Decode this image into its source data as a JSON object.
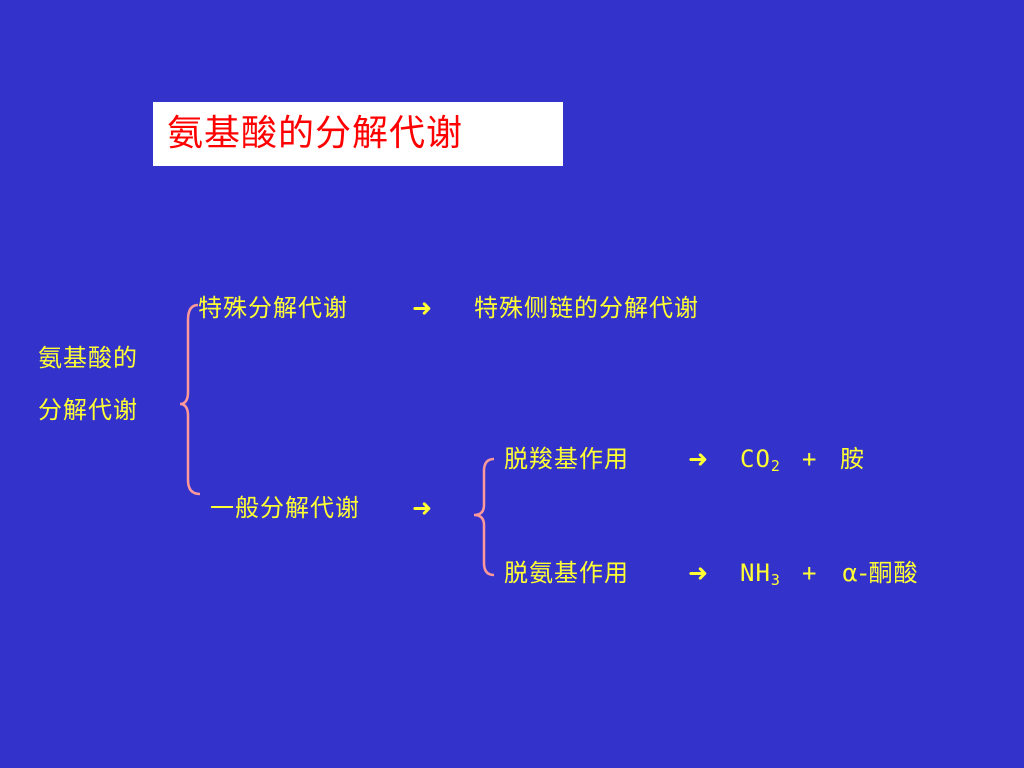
{
  "title": "氨基酸的分解代谢",
  "root": {
    "line1": "氨基酸的",
    "line2": "分解代谢"
  },
  "special": {
    "label": "特殊分解代谢",
    "arrow": "➜",
    "result": "特殊侧链的分解代谢"
  },
  "general": {
    "label": "一般分解代谢",
    "arrow": "➜"
  },
  "decarboxylation": {
    "label": "脱羧基作用",
    "arrow": "➜",
    "product1_base": "CO",
    "product1_sub": "2",
    "plus": "+",
    "product2": "胺"
  },
  "deamination": {
    "label": "脱氨基作用",
    "arrow": "➜",
    "product1_base": "NH",
    "product1_sub": "3",
    "plus": "+",
    "product2": "α-酮酸"
  },
  "colors": {
    "background": "#3333cc",
    "title_box": "#ffffff",
    "title_text": "#ff0000",
    "body_text": "#ffff33",
    "brace": "#ff9999"
  }
}
